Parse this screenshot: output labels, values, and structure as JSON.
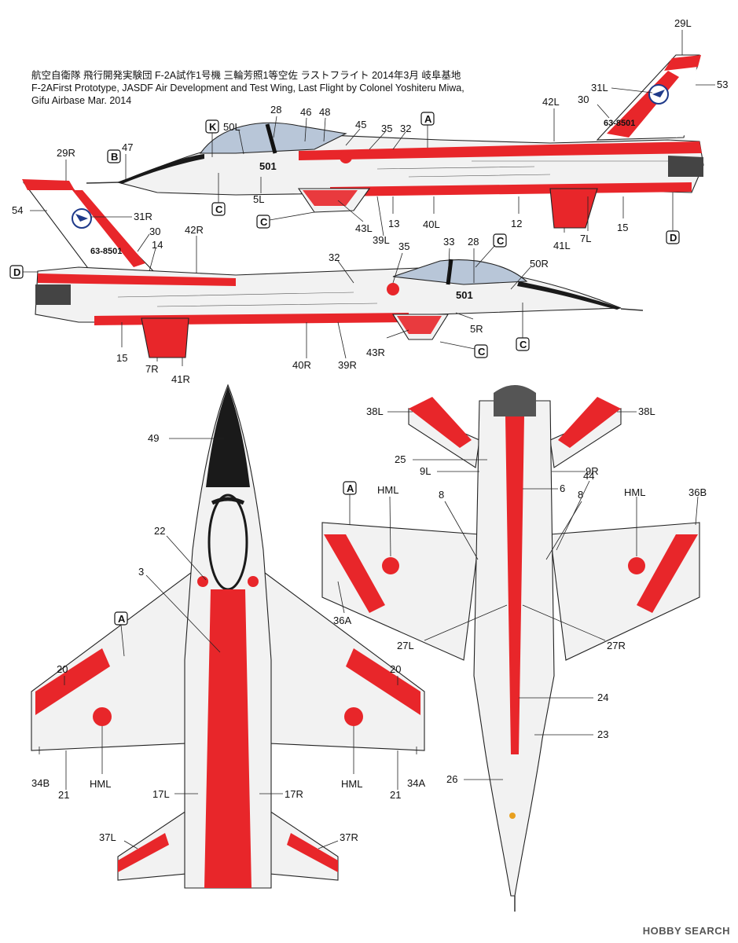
{
  "title": {
    "jp": "航空自衛隊 飛行開発実験団 F-2A試作1号機 三輪芳照1等空佐 ラストフライト 2014年3月 岐阜基地",
    "en1": "F-2AFirst Prototype, JASDF Air Development and Test Wing, Last Flight by Colonel Yoshiteru Miwa,",
    "en2": "Gifu Airbase Mar. 2014"
  },
  "aircraft_markings": {
    "serial": "63-8501",
    "nose_number": "501"
  },
  "colors": {
    "red": "#e8262a",
    "white": "#ffffff",
    "grey": "#e6e6e6",
    "black": "#1a1a1a",
    "canopy": "#b8c6d8",
    "roundel_blue": "#1f3a8a"
  },
  "left_side_callouts": [
    "29L",
    "31L",
    "53",
    "42L",
    "30",
    "28",
    "46",
    "48",
    "45",
    "35",
    "32",
    "50L",
    "47",
    "5L",
    "43L",
    "13",
    "39L",
    "40L",
    "12",
    "41L",
    "7L",
    "15"
  ],
  "right_side_callouts": [
    "29R",
    "54",
    "31R",
    "30",
    "14",
    "42R",
    "32",
    "35",
    "33",
    "28",
    "50R",
    "5R",
    "43R",
    "40R",
    "39R",
    "15",
    "7R",
    "41R"
  ],
  "top_view_callouts": [
    "49",
    "22",
    "3",
    "20",
    "20",
    "34B",
    "21",
    "HML",
    "HML",
    "21",
    "34A",
    "17L",
    "17R",
    "37L",
    "37R"
  ],
  "bottom_view_callouts": [
    "38L",
    "38L",
    "25",
    "9L",
    "9R",
    "6",
    "8",
    "8",
    "44",
    "HML",
    "HML",
    "36B",
    "36A",
    "27L",
    "27R",
    "24",
    "23",
    "26"
  ],
  "box_labels": [
    "A",
    "B",
    "C",
    "D",
    "K"
  ],
  "watermark": "HOBBY SEARCH"
}
